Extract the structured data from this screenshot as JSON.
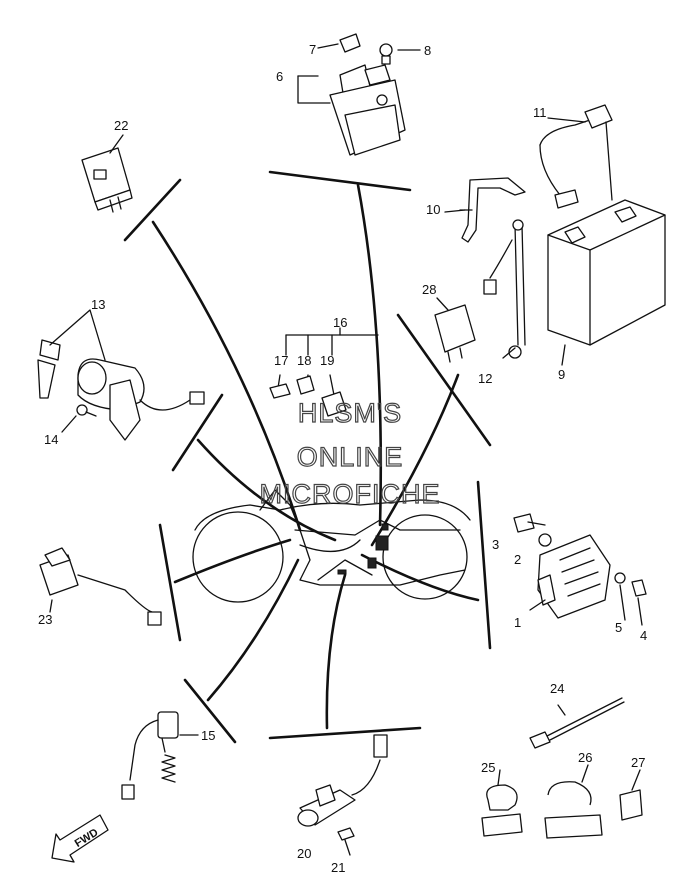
{
  "labels": {
    "p1": "1",
    "p2": "2",
    "p3": "3",
    "p4": "4",
    "p5": "5",
    "p6": "6",
    "p7": "7",
    "p8": "8",
    "p9": "9",
    "p10": "10",
    "p11": "11",
    "p12": "12",
    "p13": "13",
    "p14": "14",
    "p15": "15",
    "p16": "16",
    "p17": "17",
    "p18": "18",
    "p19": "19",
    "p20": "20",
    "p21": "21",
    "p22": "22",
    "p23": "23",
    "p24": "24",
    "p25": "25",
    "p26": "26",
    "p27": "27",
    "p28": "28"
  },
  "watermark": {
    "line1": "HLSM'S",
    "line2": "ONLINE",
    "line3": "MICROFICHE"
  },
  "direction_marker": "FWD"
}
